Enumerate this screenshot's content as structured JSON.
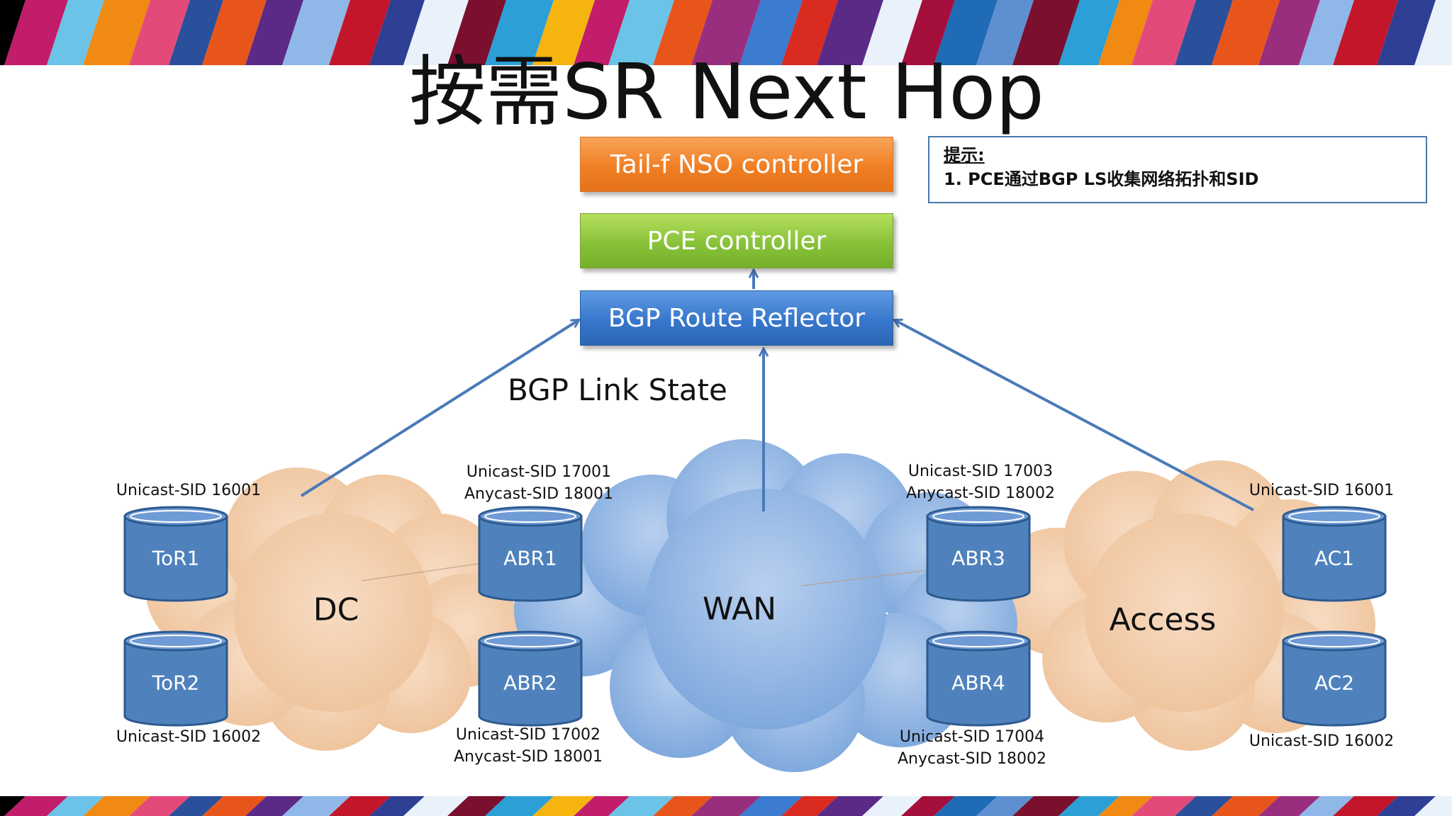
{
  "title": "按需SR Next Hop",
  "controllers": {
    "nso": "Tail-f NSO controller",
    "pce": "PCE controller",
    "rr": "BGP Route Reflector"
  },
  "hint": {
    "title": "提示:",
    "item": "1. PCE通过BGP LS收集网络拓扑和SID"
  },
  "link_state_label": "BGP Link State",
  "clouds": {
    "dc": "DC",
    "wan": "WAN",
    "access": "Access"
  },
  "nodes": {
    "tor1": "ToR1",
    "tor2": "ToR2",
    "abr1": "ABR1",
    "abr2": "ABR2",
    "abr3": "ABR3",
    "abr4": "ABR4",
    "ac1": "AC1",
    "ac2": "AC2"
  },
  "sids": {
    "tor1": "Unicast-SID 16001",
    "tor2": "Unicast-SID 16002",
    "abr1_unicast": "Unicast-SID 17001",
    "abr1_anycast": "Anycast-SID 18001",
    "abr2_unicast": "Unicast-SID 17002",
    "abr2_anycast": "Anycast-SID 18001",
    "abr3_unicast": "Unicast-SID 17003",
    "abr3_anycast": "Anycast-SID 18002",
    "abr4_unicast": "Unicast-SID 17004",
    "abr4_anycast": "Anycast-SID 18002",
    "ac1": "Unicast-SID 16001",
    "ac2": "Unicast-SID 16002"
  },
  "colors": {
    "orange_box": "#f07f24",
    "green_box": "#88c239",
    "blue_box": "#3777cc",
    "peach_cloud": "#f2cba8",
    "blue_cloud": "#93b8e4",
    "node_fill": "#4f81bd",
    "arrow": "#4a7ab8"
  }
}
